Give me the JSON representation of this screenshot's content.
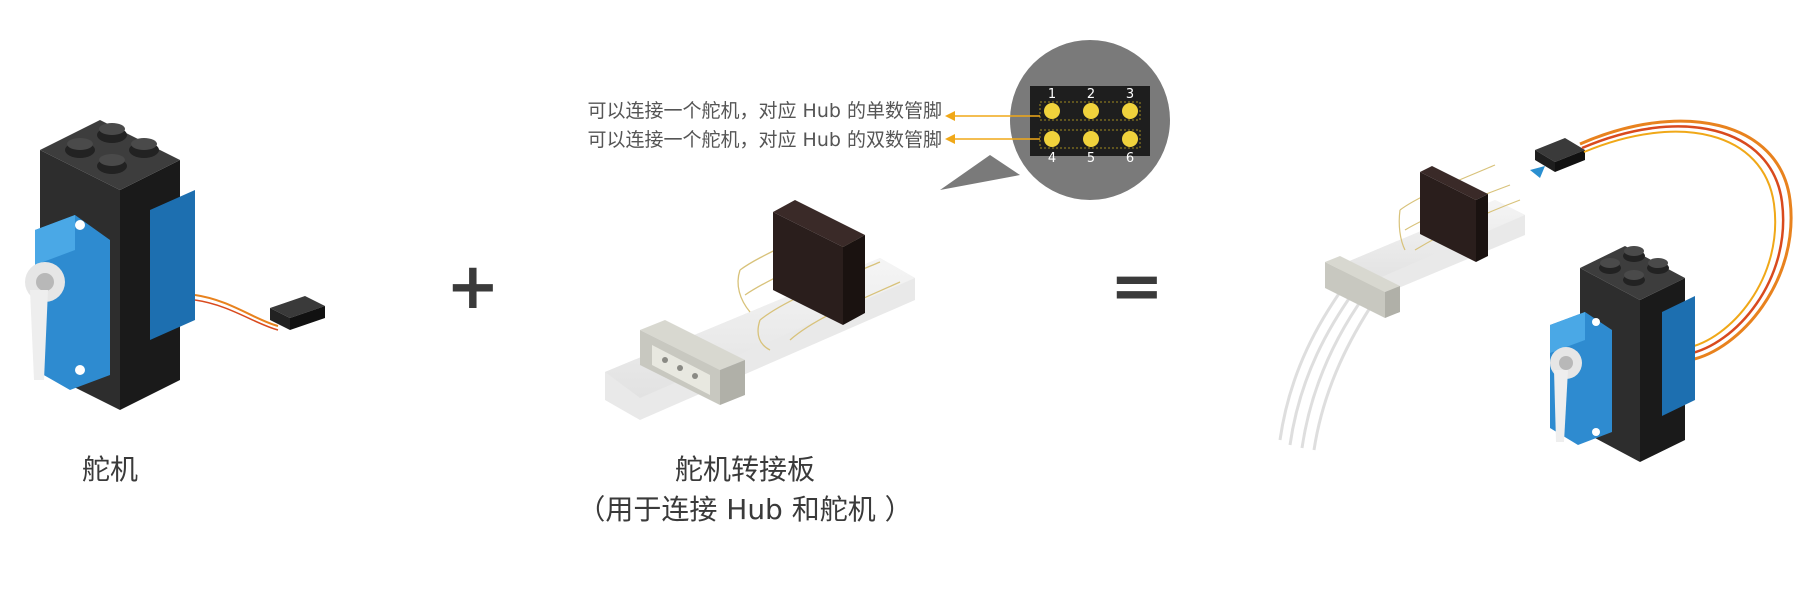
{
  "labels": {
    "servo": "舵机",
    "board_title": "舵机转接板",
    "board_subtitle": "（用于连接 Hub 和舵机 ）",
    "note_odd": "可以连接一个舵机，对应 Hub 的单数管脚",
    "note_even": "可以连接一个舵机，对应 Hub 的双数管脚"
  },
  "operators": {
    "plus": "+",
    "equals": "="
  },
  "pins": {
    "top_row": [
      "1",
      "2",
      "3"
    ],
    "bottom_row": [
      "4",
      "5",
      "6"
    ]
  },
  "colors": {
    "servo_blue": "#1f7fc4",
    "servo_blue_light": "#3aa0e0",
    "body_black": "#2a2a2a",
    "pin_yellow": "#f0d23c",
    "arrow_orange": "#f0a818",
    "bubble_gray": "#7a7a7a",
    "wire_orange": "#e8821e",
    "wire_red": "#d94a1e"
  }
}
